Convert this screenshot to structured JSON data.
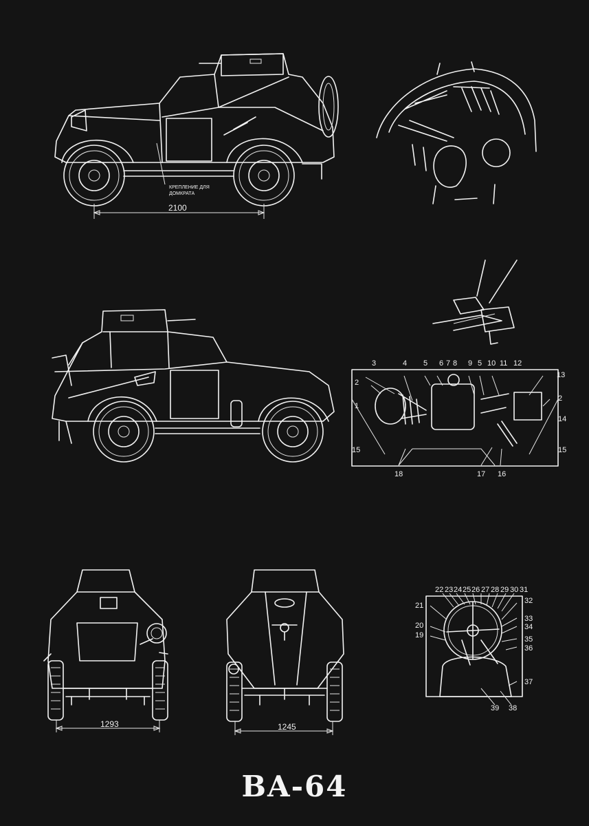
{
  "title": "BA-64",
  "dimensions": {
    "wheelbase": "2100",
    "front_track": "1293",
    "rear_track": "1245"
  },
  "side_view_annotation": {
    "line1": "КРЕПЛЕНИЕ ДЛЯ",
    "line2": "ДОМКРАТА"
  },
  "interior_callouts": [
    "3",
    "4",
    "5",
    "6",
    "7",
    "8",
    "9",
    "5",
    "10",
    "11",
    "12",
    "13",
    "2",
    "2",
    "1",
    "14",
    "15",
    "15",
    "18",
    "17",
    "16"
  ],
  "driver_callouts": [
    "22",
    "23",
    "24",
    "25",
    "26",
    "27",
    "28",
    "29",
    "30",
    "31",
    "21",
    "32",
    "33",
    "34",
    "20",
    "19",
    "35",
    "36",
    "37",
    "39",
    "38"
  ],
  "colors": {
    "background": "#141414",
    "line": "#f2f2f2"
  }
}
